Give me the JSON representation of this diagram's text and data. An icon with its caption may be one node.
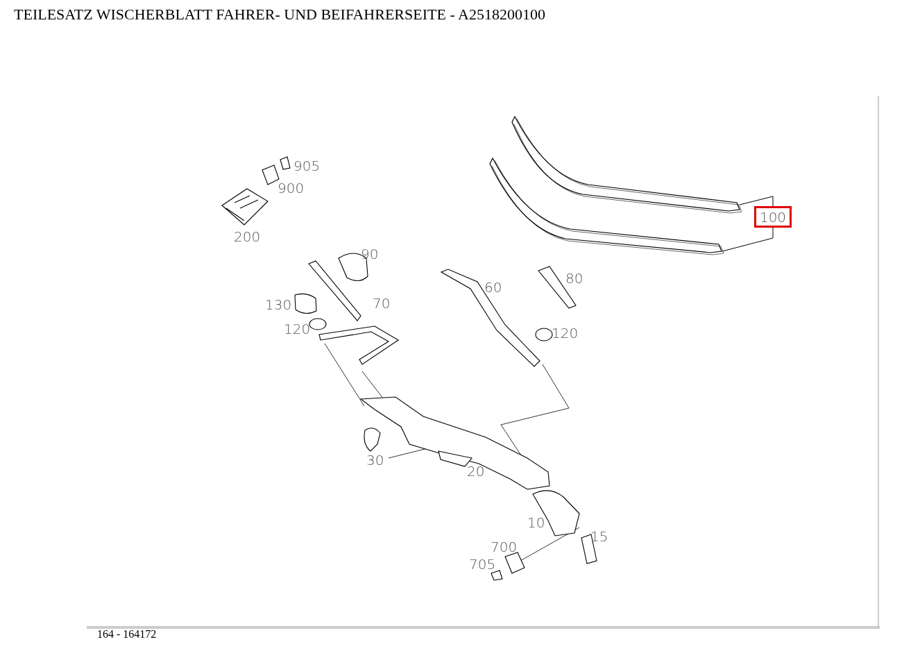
{
  "diagram": {
    "title": "TEILESATZ WISCHERBLATT FAHRER- UND BEIFAHRERSEITE - A2518200100",
    "nodes": [
      {
        "text": [
          "100"
        ]
      },
      {
        "text": [],
        "shape": "picture"
      },
      {
        "text": [],
        "shape": "picture"
      }
    ],
    "edges": [
      {
        "from": 0,
        "to": 1,
        "arrow": "none"
      },
      {
        "from": 0,
        "to": 2,
        "arrow": "none"
      }
    ],
    "labels": [
      "905",
      "900",
      "200",
      "90",
      "80",
      "60",
      "130",
      "70",
      "120",
      "120",
      "30",
      "20",
      "10",
      "15",
      "700",
      "705",
      "164 - 164172"
    ]
  }
}
